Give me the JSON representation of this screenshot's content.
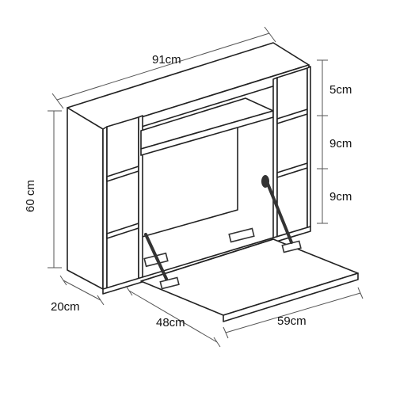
{
  "dimensions": {
    "width": "91cm",
    "height": "60 cm",
    "depth": "20cm",
    "inner_width": "48cm",
    "desk_depth": "59cm",
    "shelf_top": "5cm",
    "shelf_mid": "9cm",
    "shelf_bottom": "9cm"
  },
  "colors": {
    "line": "#222222",
    "dimension": "#555555",
    "panel": "#ffffff",
    "hardware": "#333333"
  }
}
